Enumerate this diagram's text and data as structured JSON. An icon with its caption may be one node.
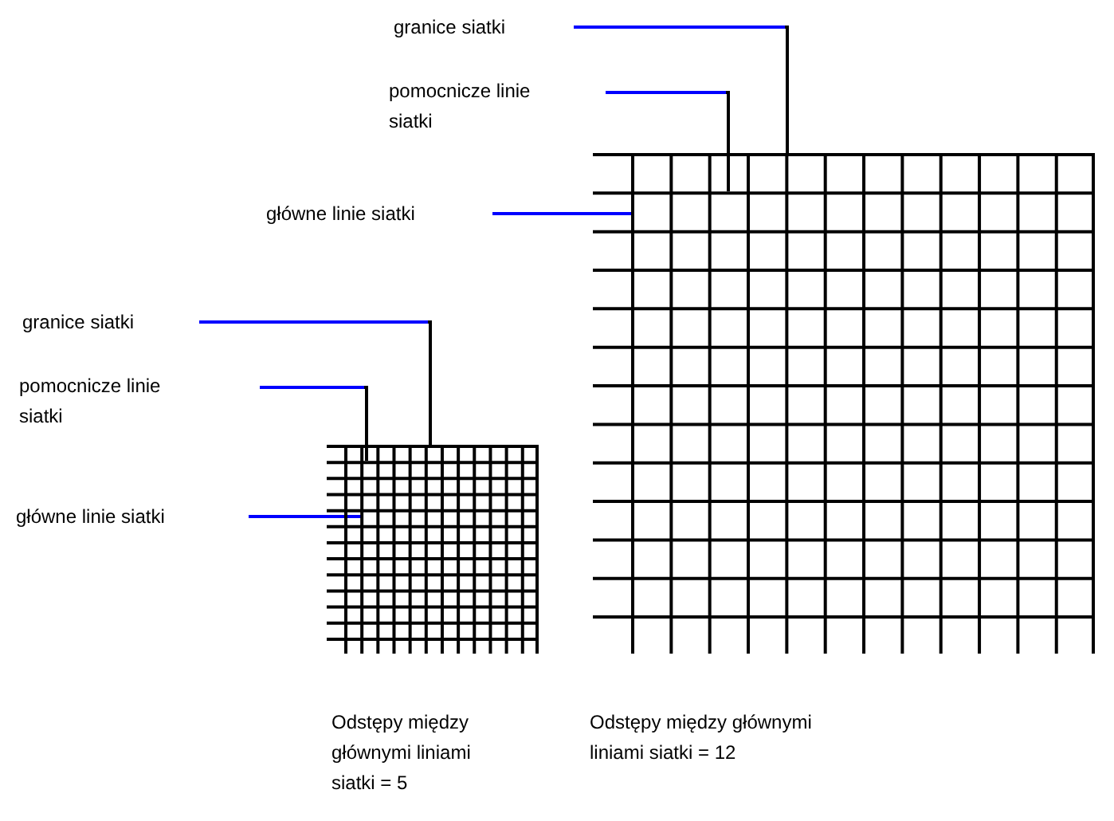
{
  "diagram": {
    "nodes": [
      {
        "text": [
          "granice siatki"
        ]
      },
      {
        "text": [
          "pomocnicze linie siatki"
        ]
      },
      {
        "text": [
          "główne linie siatki"
        ]
      },
      {
        "text": [],
        "shape": "grid",
        "beside": [
          "Odstępy między głównymi liniami siatki = 12"
        ]
      },
      {
        "text": [
          "granice siatki"
        ]
      },
      {
        "text": [
          "pomocnicze linie siatki"
        ]
      },
      {
        "text": [
          "główne linie siatki"
        ]
      },
      {
        "text": [],
        "shape": "grid",
        "beside": [
          "Odstępy między głównymi liniami siatki = 5"
        ]
      }
    ],
    "edges": [
      {
        "from": 0,
        "to": 3,
        "arrow": "none"
      },
      {
        "from": 1,
        "to": 3,
        "arrow": "none"
      },
      {
        "from": 2,
        "to": 3,
        "arrow": "none"
      },
      {
        "from": 4,
        "to": 7,
        "arrow": "none"
      },
      {
        "from": 5,
        "to": 7,
        "arrow": "none"
      },
      {
        "from": 6,
        "to": 7,
        "arrow": "none"
      }
    ]
  }
}
